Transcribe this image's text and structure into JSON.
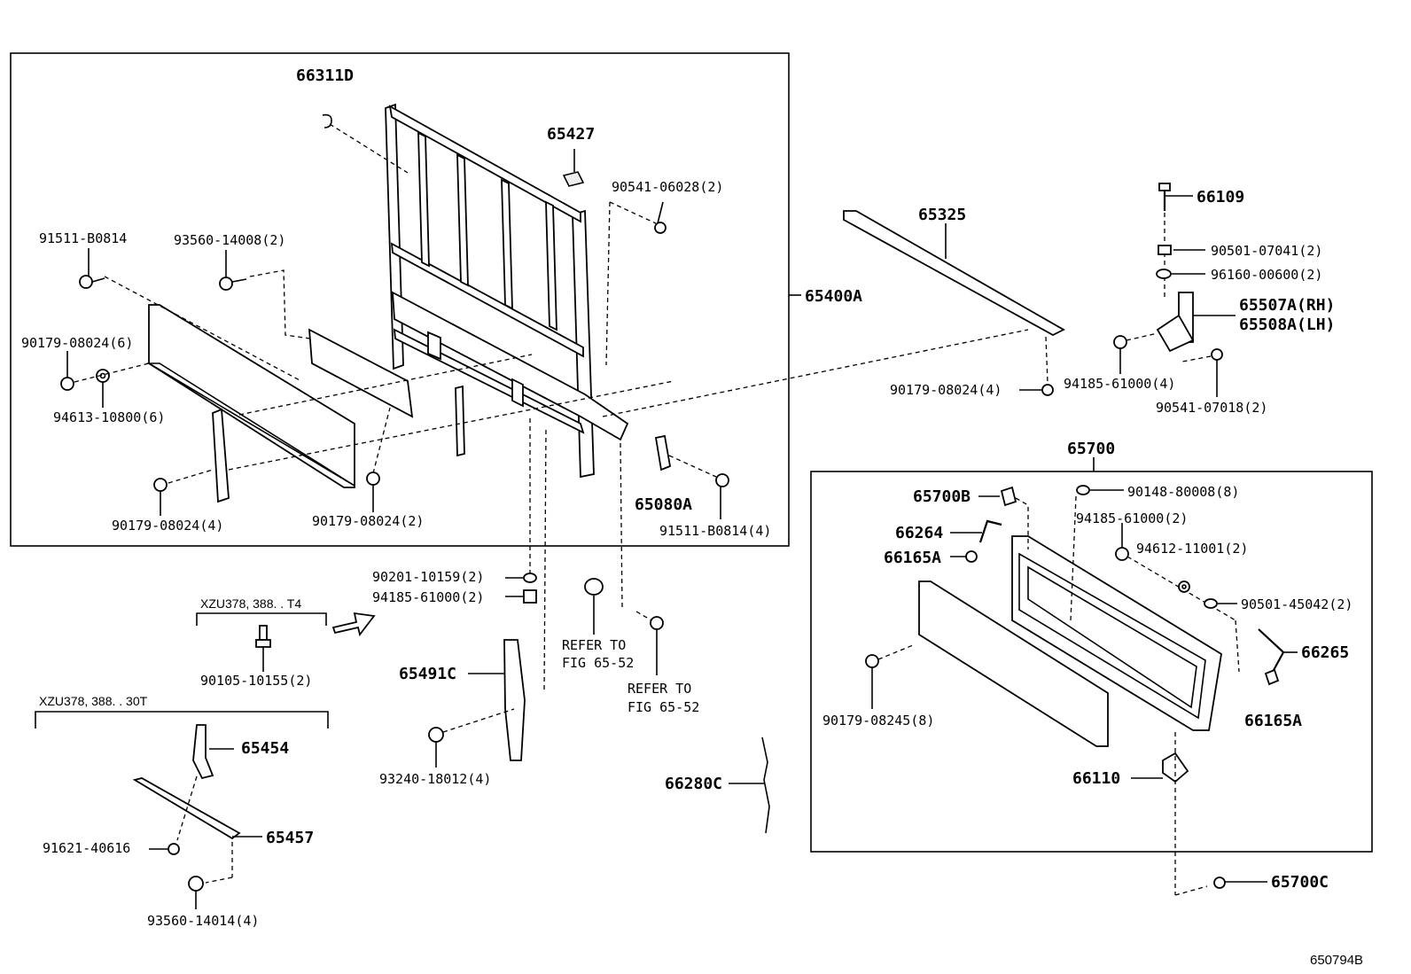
{
  "labels": {
    "p66311D": "66311D",
    "p65427": "65427",
    "p90541_06028": "90541-06028(2)",
    "p91511_B0814": "91511-B0814",
    "p93560_14008": "93560-14008(2)",
    "p65400A": "65400A",
    "p90179_08024_6": "90179-08024(6)",
    "p94613_10800": "94613-10800(6)",
    "p90179_08024_4a": "90179-08024(4)",
    "p90179_08024_2": "90179-08024(2)",
    "p65080A": "65080A",
    "p91511_B0814_4": "91511-B0814(4)",
    "p65325": "65325",
    "p66109": "66109",
    "p90501_07041": "90501-07041(2)",
    "p96160_00600": "96160-00600(2)",
    "p65507A": "65507A(RH)",
    "p65508A": "65508A(LH)",
    "p90179_08024_4b": "90179-08024(4)",
    "p94185_61000_4": "94185-61000(4)",
    "p90541_07018": "90541-07018(2)",
    "p65700": "65700",
    "p65700B": "65700B",
    "p90148_80008": "90148-80008(8)",
    "p94185_61000_2b": "94185-61000(2)",
    "p66264": "66264",
    "p66165A_a": "66165A",
    "p94612_11001": "94612-11001(2)",
    "p90501_45042": "90501-45042(2)",
    "p66265": "66265",
    "p66165A_b": "66165A",
    "p90179_08245": "90179-08245(8)",
    "p66110": "66110",
    "p65700C": "65700C",
    "p90201_10159": "90201-10159(2)",
    "p94185_61000_2a": "94185-61000(2)",
    "refer1_a": "REFER TO",
    "refer1_b": "FIG 65-52",
    "refer2_a": "REFER TO",
    "refer2_b": "FIG 65-52",
    "p65491C": "65491C",
    "p93240_18012": "93240-18012(4)",
    "p66280C": "66280C",
    "variant1": "XZU378, 388. . T4",
    "p90105_10155": "90105-10155(2)",
    "variant2": "XZU378, 388. . 30T",
    "p65454": "65454",
    "p65457": "65457",
    "p91621_40616": "91621-40616",
    "p93560_14014": "93560-14014(4)",
    "figure_code": "650794B"
  }
}
